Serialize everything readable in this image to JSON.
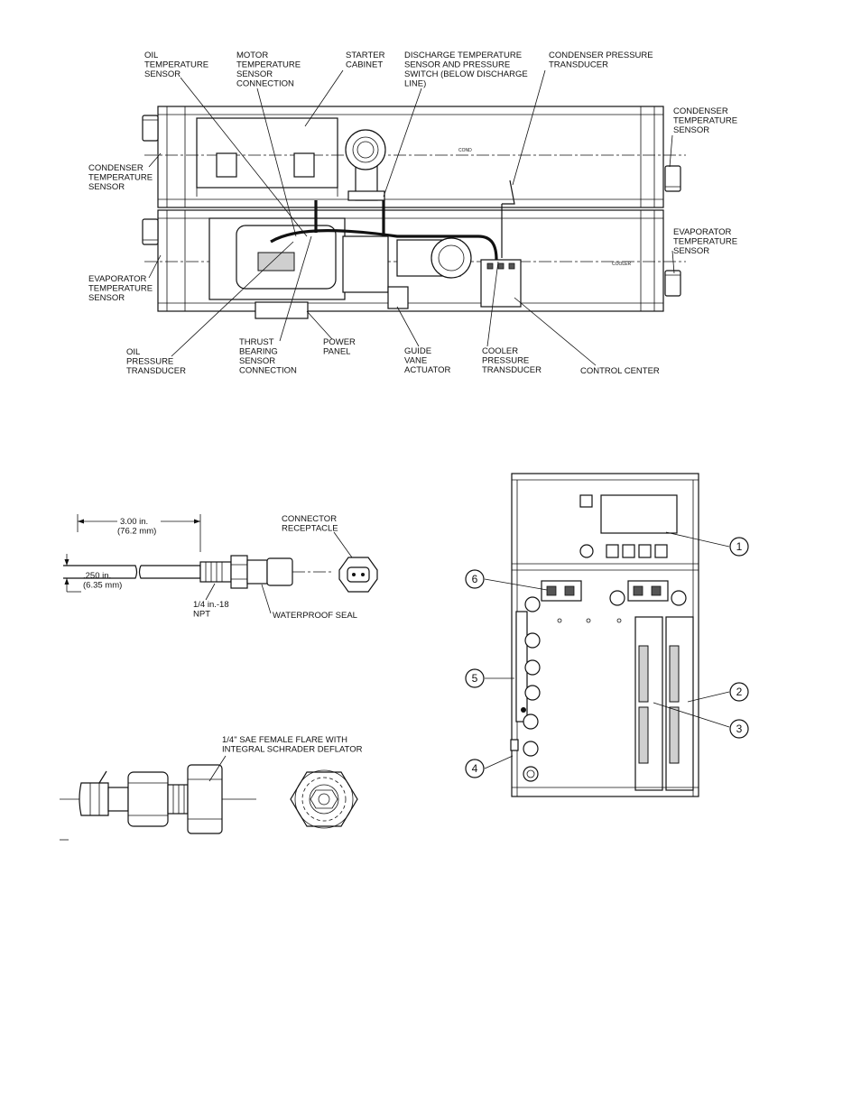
{
  "chiller": {
    "labels": {
      "oil_temperature_sensor": [
        "OIL",
        "TEMPERATURE",
        "SENSOR"
      ],
      "motor_temperature_sensor": [
        "MOTOR",
        "TEMPERATURE",
        "SENSOR",
        "CONNECTION"
      ],
      "starter_cabinet": [
        "STARTER",
        "CABINET"
      ],
      "discharge_temperature_sensor": [
        "DISCHARGE TEMPERATURE",
        "SENSOR AND PRESSURE",
        "SWITCH (BELOW DISCHARGE",
        "LINE)"
      ],
      "condenser_pressure_transducer": [
        "CONDENSER PRESSURE",
        "TRANSDUCER"
      ],
      "condenser_temperature_sensor_right": [
        "CONDENSER",
        "TEMPERATURE",
        "SENSOR"
      ],
      "condenser_temperature_sensor_left": [
        "CONDENSER",
        "TEMPERATURE",
        "SENSOR"
      ],
      "evaporator_temperature_sensor_left": [
        "EVAPORATOR",
        "TEMPERATURE",
        "SENSOR"
      ],
      "evaporator_temperature_sensor_right": [
        "EVAPORATOR",
        "TEMPERATURE",
        "SENSOR"
      ],
      "oil_pressure_transducer": [
        "OIL",
        "PRESSURE",
        "TRANSDUCER"
      ],
      "thrust_bearing_sensor": [
        "THRUST",
        "BEARING",
        "SENSOR",
        "CONNECTION"
      ],
      "power_panel": [
        "POWER",
        "PANEL"
      ],
      "guide_vane_actuator": [
        "GUIDE",
        "VANE",
        "ACTUATOR"
      ],
      "cooler_pressure_transducer": [
        "COOLER",
        "PRESSURE",
        "TRANSDUCER"
      ],
      "control_center": [
        "CONTROL CENTER"
      ]
    },
    "vessel_tags": {
      "cond": "COND",
      "cooler": "COOLER"
    }
  },
  "temperature_sensor": {
    "length_dim": [
      "3.00 in.",
      "(76.2 mm)"
    ],
    "diameter_dim": [
      ".250 in.",
      "(6.35 mm)"
    ],
    "thread_label": [
      "1/4 in.-18",
      "NPT"
    ],
    "waterproof_seal": "WATERPROOF SEAL",
    "connector_receptacle": [
      "CONNECTOR",
      "RECEPTACLE"
    ]
  },
  "pressure_transducer": {
    "flare_label": [
      "1/4\" SAE FEMALE FLARE WITH",
      "INTEGRAL SCHRADER DEFLATOR"
    ]
  },
  "control_center": {
    "callouts": [
      "1",
      "2",
      "3",
      "4",
      "5",
      "6"
    ]
  }
}
